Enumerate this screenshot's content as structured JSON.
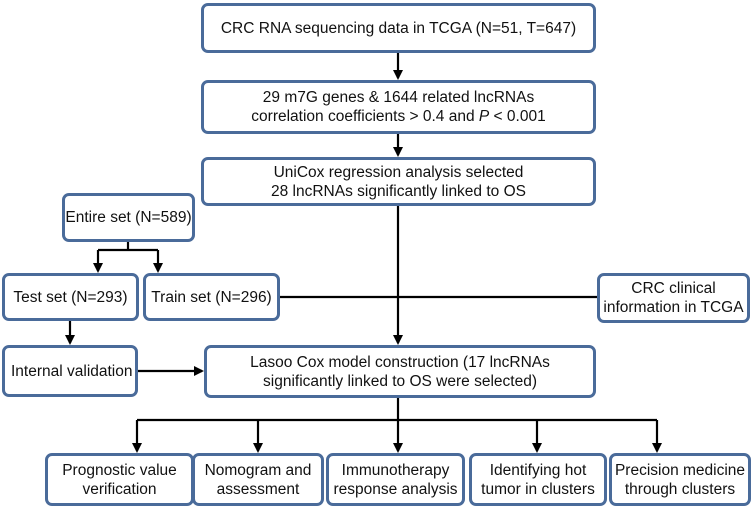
{
  "nodes": {
    "crc_data": {
      "line1": "CRC RNA sequencing data in TCGA (N=51, T=647)"
    },
    "genes": {
      "line1": "29 m7G genes & 1644 related lncRNAs",
      "line2_pre": "correlation coefficients > 0.4 and ",
      "line2_p": "P",
      "line2_post": " < 0.001"
    },
    "unicox": {
      "line1": "UniCox regression analysis selected",
      "line2": "28 lncRNAs significantly linked to OS"
    },
    "entire_set": {
      "line1": "Entire set (N=589)"
    },
    "test_set": {
      "line1": "Test set (N=293)"
    },
    "train_set": {
      "line1": "Train set (N=296)"
    },
    "clinical": {
      "line1": "CRC clinical",
      "line2": "information in TCGA"
    },
    "internal_validation": {
      "line1": "Internal validation"
    },
    "lasso": {
      "line1": "Lasoo Cox model construction (17 lncRNAs",
      "line2": "significantly linked to OS were selected)"
    },
    "prognostic": {
      "line1": "Prognostic value",
      "line2": "verification"
    },
    "nomogram": {
      "line1": "Nomogram and",
      "line2": "assessment"
    },
    "immunotherapy": {
      "line1": "Immunotherapy",
      "line2": "response analysis"
    },
    "hot_tumor": {
      "line1": "Identifying hot",
      "line2": "tumor in clusters"
    },
    "precision": {
      "line1": "Precision medicine",
      "line2": "through clusters"
    }
  },
  "colors": {
    "box_border": "#4a6b9a",
    "arrow": "#000000"
  }
}
